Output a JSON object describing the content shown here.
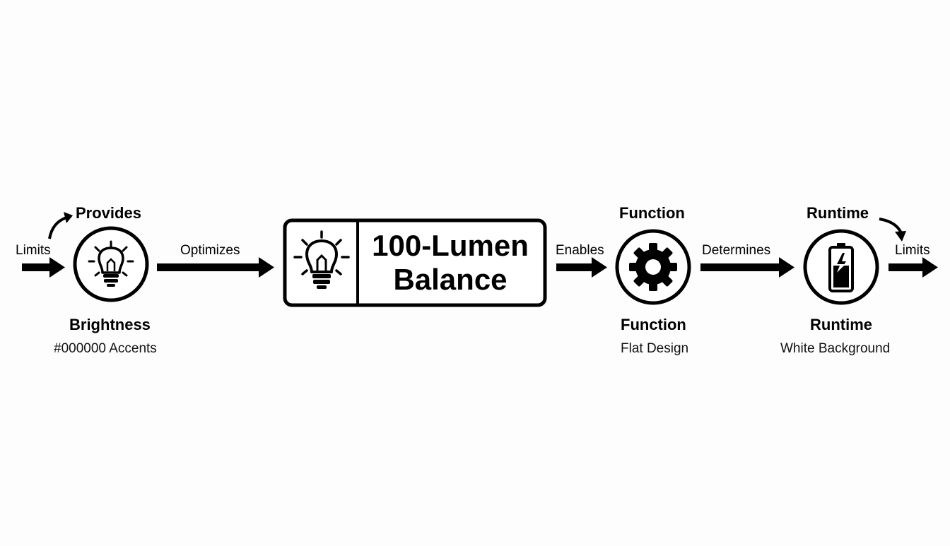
{
  "diagram": {
    "center": {
      "title_line1": "100-Lumen",
      "title_line2": "Balance",
      "icon": "lightbulb-icon"
    },
    "nodes": [
      {
        "id": "brightness",
        "top_label": "Provides",
        "bottom_label": "Brightness",
        "sub_label": "#000000 Accents",
        "icon": "lightbulb-icon"
      },
      {
        "id": "function",
        "top_label": "Function",
        "bottom_label": "Function",
        "sub_label": "Flat Design",
        "icon": "gear-icon"
      },
      {
        "id": "runtime",
        "top_label": "Runtime",
        "bottom_label": "Runtime",
        "sub_label": "White Background",
        "icon": "battery-icon"
      }
    ],
    "edges": [
      {
        "label": "Limits"
      },
      {
        "label": "Optimizes"
      },
      {
        "label": "Enables"
      },
      {
        "label": "Determines"
      },
      {
        "label": "Limits"
      }
    ],
    "colors": {
      "stroke": "#000000",
      "background": "#fdfdfd"
    }
  }
}
